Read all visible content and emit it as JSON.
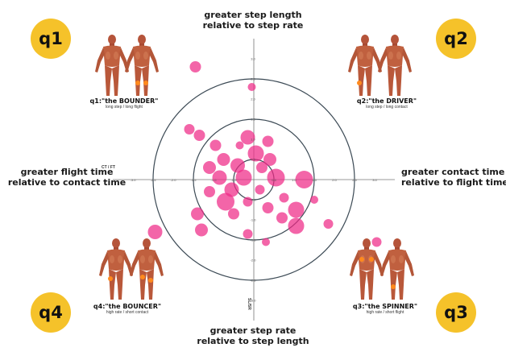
{
  "header": {
    "top_line1": "greater step length",
    "top_line2": "relative to step rate"
  },
  "footer": {
    "bottom_line1": "greater step rate",
    "bottom_line2": "relative to step length"
  },
  "left_label": {
    "line1": "greater flight time",
    "line2": "relative to contact time"
  },
  "right_label": {
    "line1": "greater contact time",
    "line2": "relative to flight time"
  },
  "axis_names": {
    "x": "CT / FT",
    "y": "SL/SR"
  },
  "quadrants": {
    "q1": {
      "badge": "q1",
      "title": "q1:\"the BOUNDER\"",
      "subtitle": "long step / long flight"
    },
    "q2": {
      "badge": "q2",
      "title": "q2:\"the DRIVER\"",
      "subtitle": "long step / long contact"
    },
    "q3": {
      "badge": "q3",
      "title": "q3:\"the SPINNER\"",
      "subtitle": "high rate / short flight"
    },
    "q4": {
      "badge": "q4",
      "title": "q4:\"the BOUNCER\"",
      "subtitle": "high rate / short contact"
    }
  },
  "colors": {
    "badge": "#f5c22a",
    "bubble": "#ee2a86",
    "ring": "#3c4a55",
    "axis": "#777777"
  },
  "icons": [
    "runner-front-icon",
    "runner-back-icon"
  ],
  "chart_data": {
    "type": "scatter",
    "title": "",
    "xlabel": "CT / FT",
    "ylabel": "SL/SR",
    "xlim": [
      -3.5,
      3.5
    ],
    "ylim": [
      -3.5,
      3.5
    ],
    "x_ticks": [
      "-3.0",
      "-2.5",
      "-2.0",
      "-1.5",
      "-1.0",
      "-0.5",
      "0.5",
      "1.0",
      "1.5",
      "2.0",
      "2.5",
      "3.0"
    ],
    "y_ticks": [
      "3.0",
      "2.5",
      "2.0",
      "1.5",
      "1.0",
      "0.5",
      "-0.5",
      "-1.0",
      "-1.5",
      "-2.0",
      "-2.5",
      "-3.0"
    ],
    "rings": [
      0.5,
      1.5,
      2.5
    ],
    "grid": false,
    "points": [
      {
        "x": -1.45,
        "y": 2.8,
        "r": 0.14
      },
      {
        "x": -0.05,
        "y": 2.3,
        "r": 0.1
      },
      {
        "x": -1.6,
        "y": 1.25,
        "r": 0.13
      },
      {
        "x": -1.35,
        "y": 1.1,
        "r": 0.14
      },
      {
        "x": -0.15,
        "y": 1.05,
        "r": 0.18
      },
      {
        "x": 0.35,
        "y": 0.95,
        "r": 0.14
      },
      {
        "x": -0.95,
        "y": 0.85,
        "r": 0.14
      },
      {
        "x": -0.35,
        "y": 0.85,
        "r": 0.1
      },
      {
        "x": 0.05,
        "y": 0.65,
        "r": 0.2
      },
      {
        "x": 0.4,
        "y": 0.5,
        "r": 0.16
      },
      {
        "x": -0.75,
        "y": 0.5,
        "r": 0.16
      },
      {
        "x": -0.4,
        "y": 0.35,
        "r": 0.18
      },
      {
        "x": 0.2,
        "y": 0.3,
        "r": 0.14
      },
      {
        "x": -1.1,
        "y": 0.3,
        "r": 0.16
      },
      {
        "x": -0.85,
        "y": 0.05,
        "r": 0.18
      },
      {
        "x": 0.55,
        "y": 0.05,
        "r": 0.22
      },
      {
        "x": -0.25,
        "y": 0.05,
        "r": 0.2
      },
      {
        "x": 1.25,
        "y": 0.0,
        "r": 0.22
      },
      {
        "x": -0.55,
        "y": -0.25,
        "r": 0.18
      },
      {
        "x": 0.15,
        "y": -0.25,
        "r": 0.12
      },
      {
        "x": -1.1,
        "y": -0.3,
        "r": 0.14
      },
      {
        "x": -0.7,
        "y": -0.55,
        "r": 0.22
      },
      {
        "x": 0.75,
        "y": -0.45,
        "r": 0.12
      },
      {
        "x": 1.5,
        "y": -0.5,
        "r": 0.1
      },
      {
        "x": -0.15,
        "y": -0.55,
        "r": 0.12
      },
      {
        "x": 0.35,
        "y": -0.7,
        "r": 0.14
      },
      {
        "x": 1.05,
        "y": -0.75,
        "r": 0.2
      },
      {
        "x": -0.5,
        "y": -0.85,
        "r": 0.14
      },
      {
        "x": -1.4,
        "y": -0.85,
        "r": 0.16
      },
      {
        "x": 0.7,
        "y": -0.95,
        "r": 0.14
      },
      {
        "x": 1.85,
        "y": -1.1,
        "r": 0.12
      },
      {
        "x": 1.05,
        "y": -1.15,
        "r": 0.2
      },
      {
        "x": -1.3,
        "y": -1.25,
        "r": 0.16
      },
      {
        "x": -2.45,
        "y": -1.3,
        "r": 0.18
      },
      {
        "x": -0.15,
        "y": -1.35,
        "r": 0.12
      },
      {
        "x": 0.3,
        "y": -1.55,
        "r": 0.1
      },
      {
        "x": 3.05,
        "y": -1.55,
        "r": 0.12
      }
    ]
  }
}
